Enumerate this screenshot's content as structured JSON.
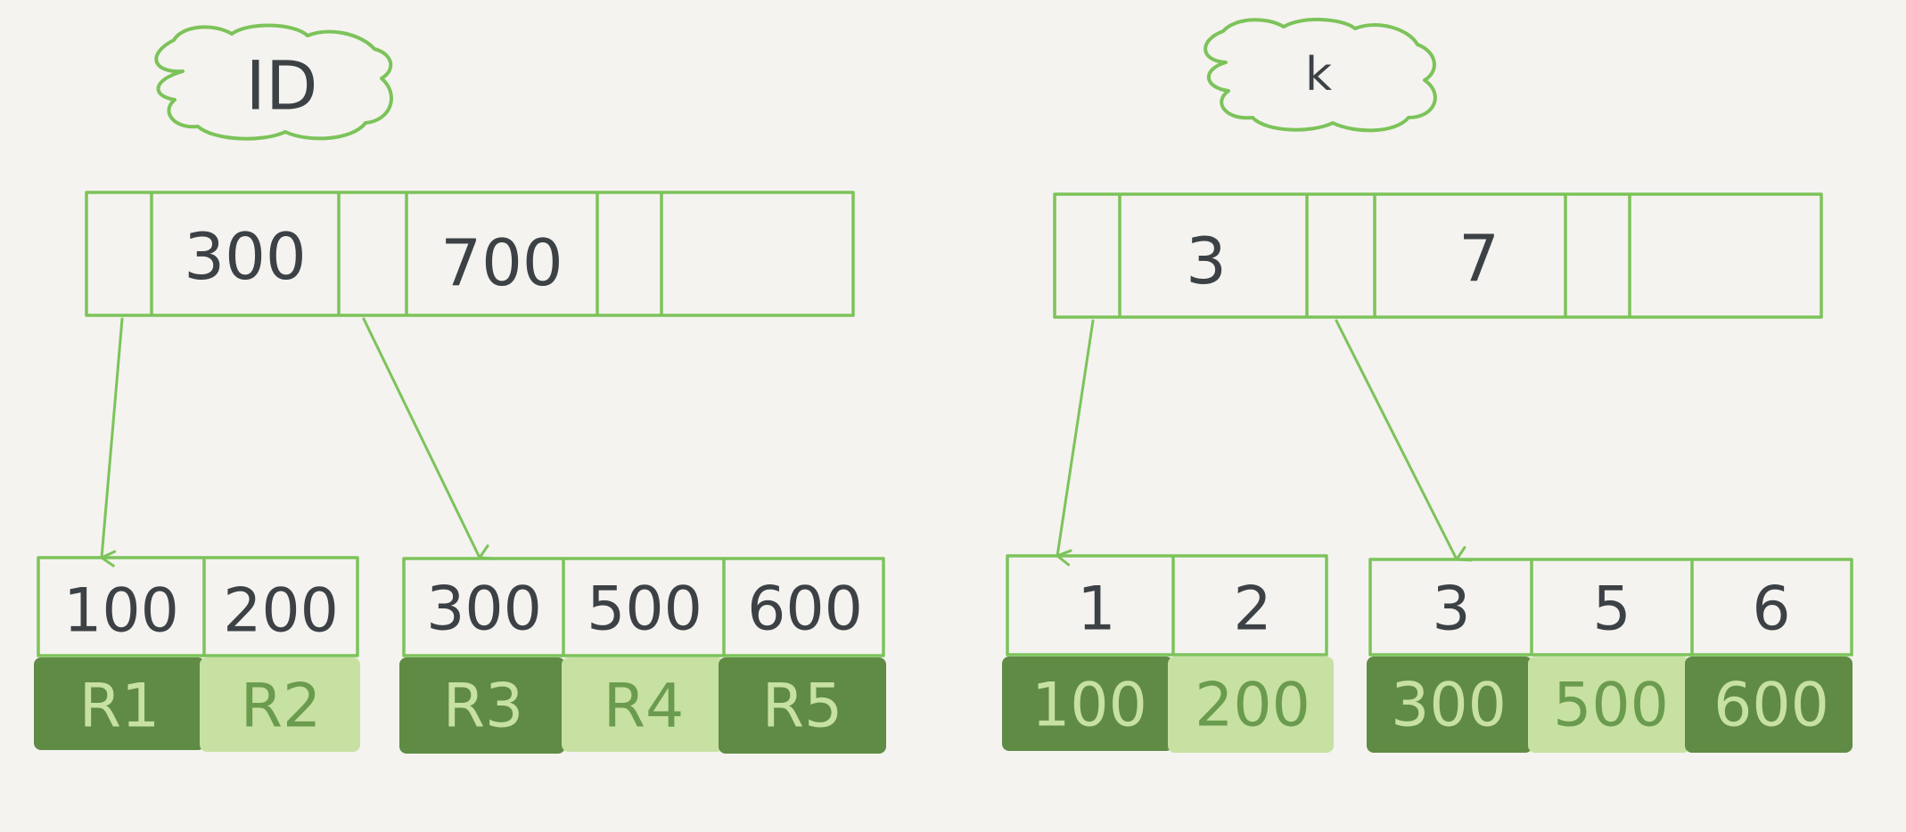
{
  "trees": [
    {
      "title": "ID",
      "root_keys": [
        "300",
        "700"
      ],
      "leaves": [
        {
          "keys": [
            "100",
            "200"
          ],
          "rows": [
            "R1",
            "R2"
          ]
        },
        {
          "keys": [
            "300",
            "500",
            "600"
          ],
          "rows": [
            "R3",
            "R4",
            "R5"
          ]
        }
      ]
    },
    {
      "title": "k",
      "root_keys": [
        "3",
        "7"
      ],
      "leaves": [
        {
          "keys": [
            "1",
            "2"
          ],
          "rows": [
            "100",
            "200"
          ]
        },
        {
          "keys": [
            "3",
            "5",
            "6"
          ],
          "rows": [
            "300",
            "500",
            "600"
          ]
        }
      ]
    }
  ],
  "colors": {
    "line": "#7cc35a",
    "row_dark": "#5f8b45",
    "row_light": "#c7e1a2",
    "text": "#3c4145",
    "background": "#f4f3ef"
  }
}
